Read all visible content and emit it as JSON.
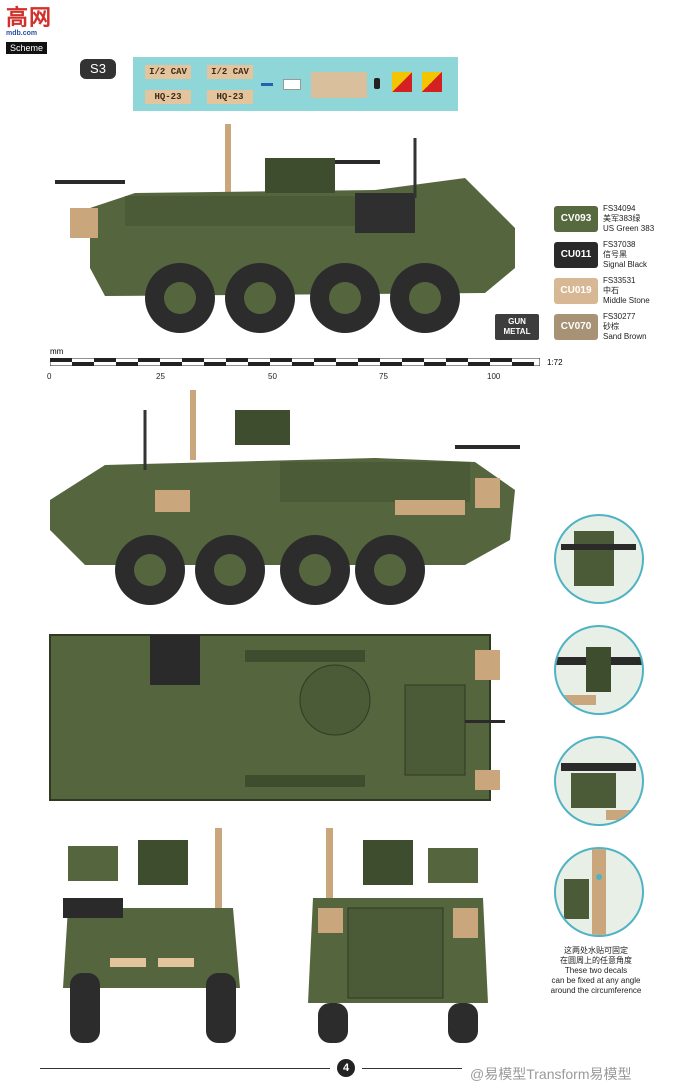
{
  "logo": {
    "title": "高网",
    "site": "mdb.com",
    "tag": "Scheme"
  },
  "scheme_label": "S3",
  "decals": {
    "cav1": "I/2 CAV",
    "cav2": "I/2 CAV",
    "hq1": "HQ-23",
    "hq2": "HQ-23"
  },
  "colors": [
    {
      "code": "CV093",
      "fs": "FS34094",
      "cn": "美军383绿",
      "en": "US Green 383",
      "hex": "#57693f"
    },
    {
      "code": "CU011",
      "fs": "FS37038",
      "cn": "信号黑",
      "en": "Signal Black",
      "hex": "#2a2a2a"
    },
    {
      "code": "CU019",
      "fs": "FS33531",
      "cn": "中石",
      "en": "Middle Stone",
      "hex": "#d8b894"
    },
    {
      "code": "CV070",
      "fs": "FS30277",
      "cn": "砂棕",
      "en": "Sand Brown",
      "hex": "#a89276"
    }
  ],
  "gun_metal": {
    "line1": "GUN",
    "line2": "METAL"
  },
  "scale": {
    "unit": "mm",
    "ratio": "1:72",
    "ticks": [
      "0",
      "25",
      "50",
      "75",
      "100"
    ]
  },
  "note": {
    "cn1": "这两处水贴可固定",
    "cn2": "在圆周上的任意角度",
    "en1": "These two decals",
    "en2": "can be fixed at any angle",
    "en3": "around the circumference"
  },
  "page_number": "4",
  "watermark": "@易模型Transform易模型"
}
